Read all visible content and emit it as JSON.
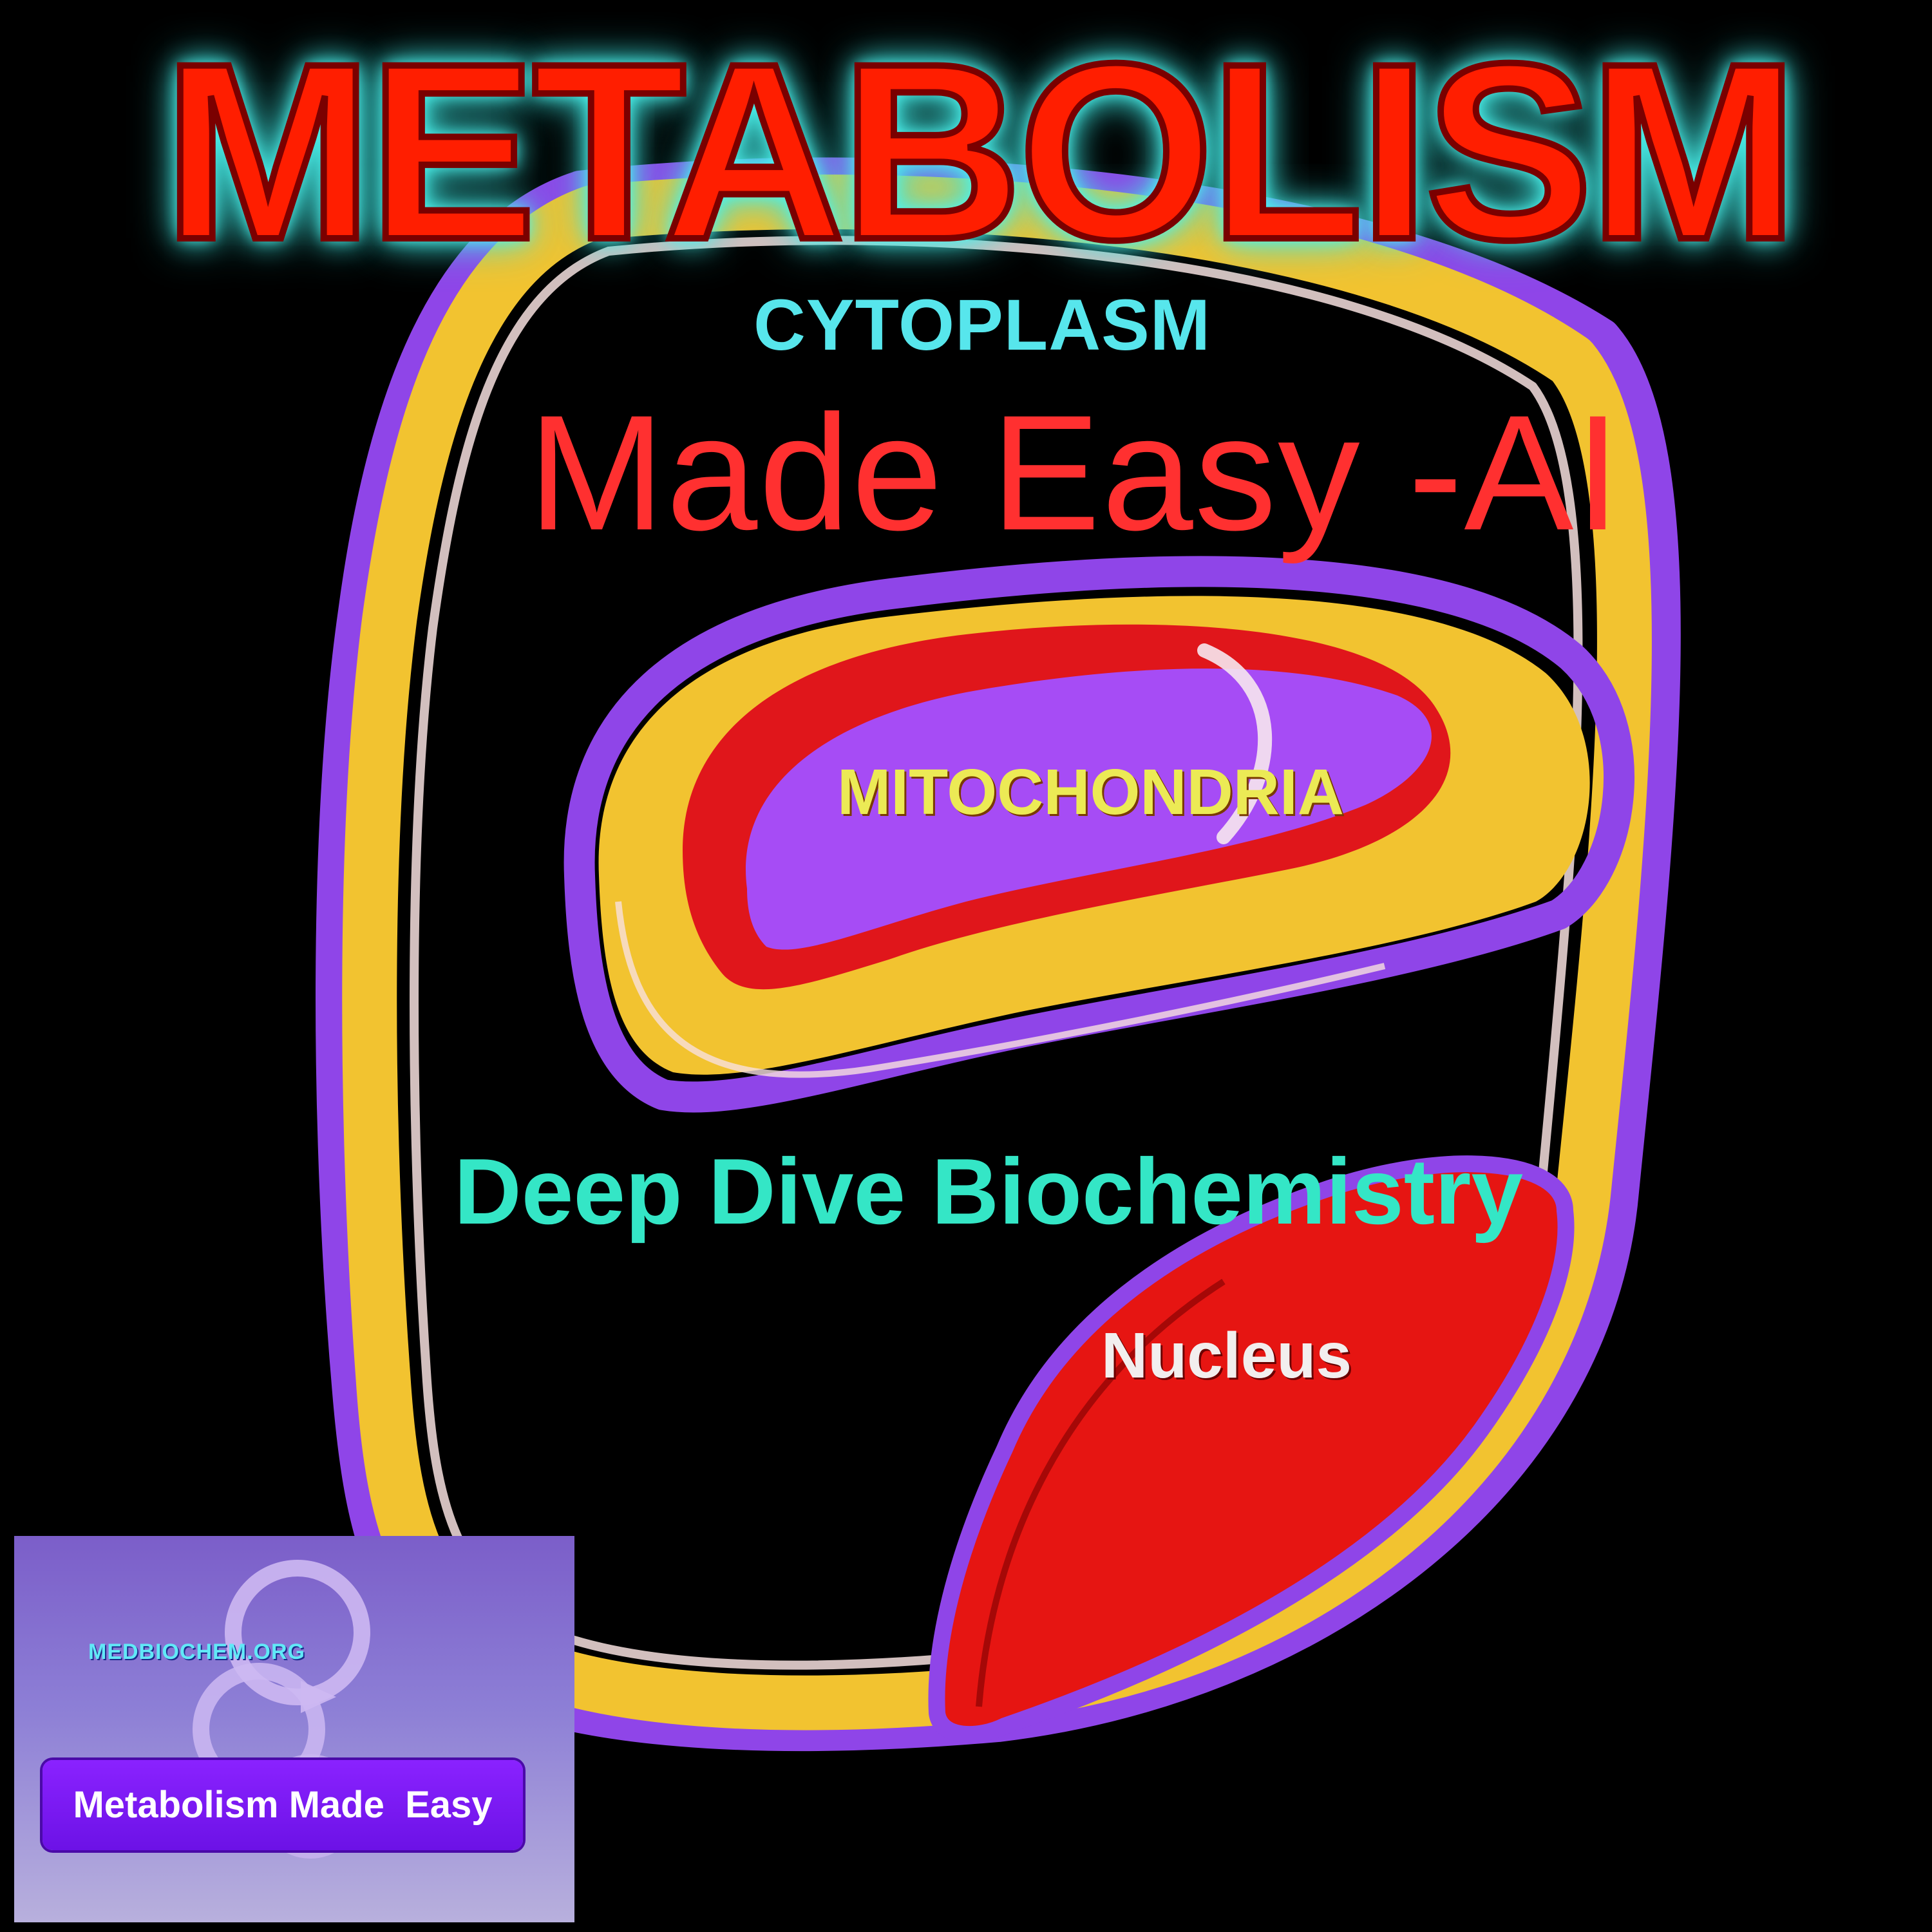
{
  "image": {
    "title": "METABOLISM",
    "subtitle": "Made Easy -AI",
    "tagline": "Deep Dive Biochemistry",
    "labels": {
      "cytoplasm": "CYTOPLASM",
      "mitochondria": "MITOCHONDRIA",
      "nucleus": "Nucleus"
    }
  },
  "logo": {
    "url": "MEDBIOCHEM.ORG",
    "caption": "Metabolism Made  Easy"
  },
  "colors": {
    "background": "#000000",
    "cell_membrane_outer": "#8f45e8",
    "cell_membrane_inner": "#f2c330",
    "mitochondria_outer": "#f2c330",
    "mitochondria_inner": "#e0161b",
    "mitochondria_matrix": "#a64cf5",
    "nucleus": "#e61512",
    "title": "#ff1e00",
    "title_glow": "#4ff5f0",
    "subtitle": "#ff3030",
    "tagline": "#34e6c6"
  }
}
